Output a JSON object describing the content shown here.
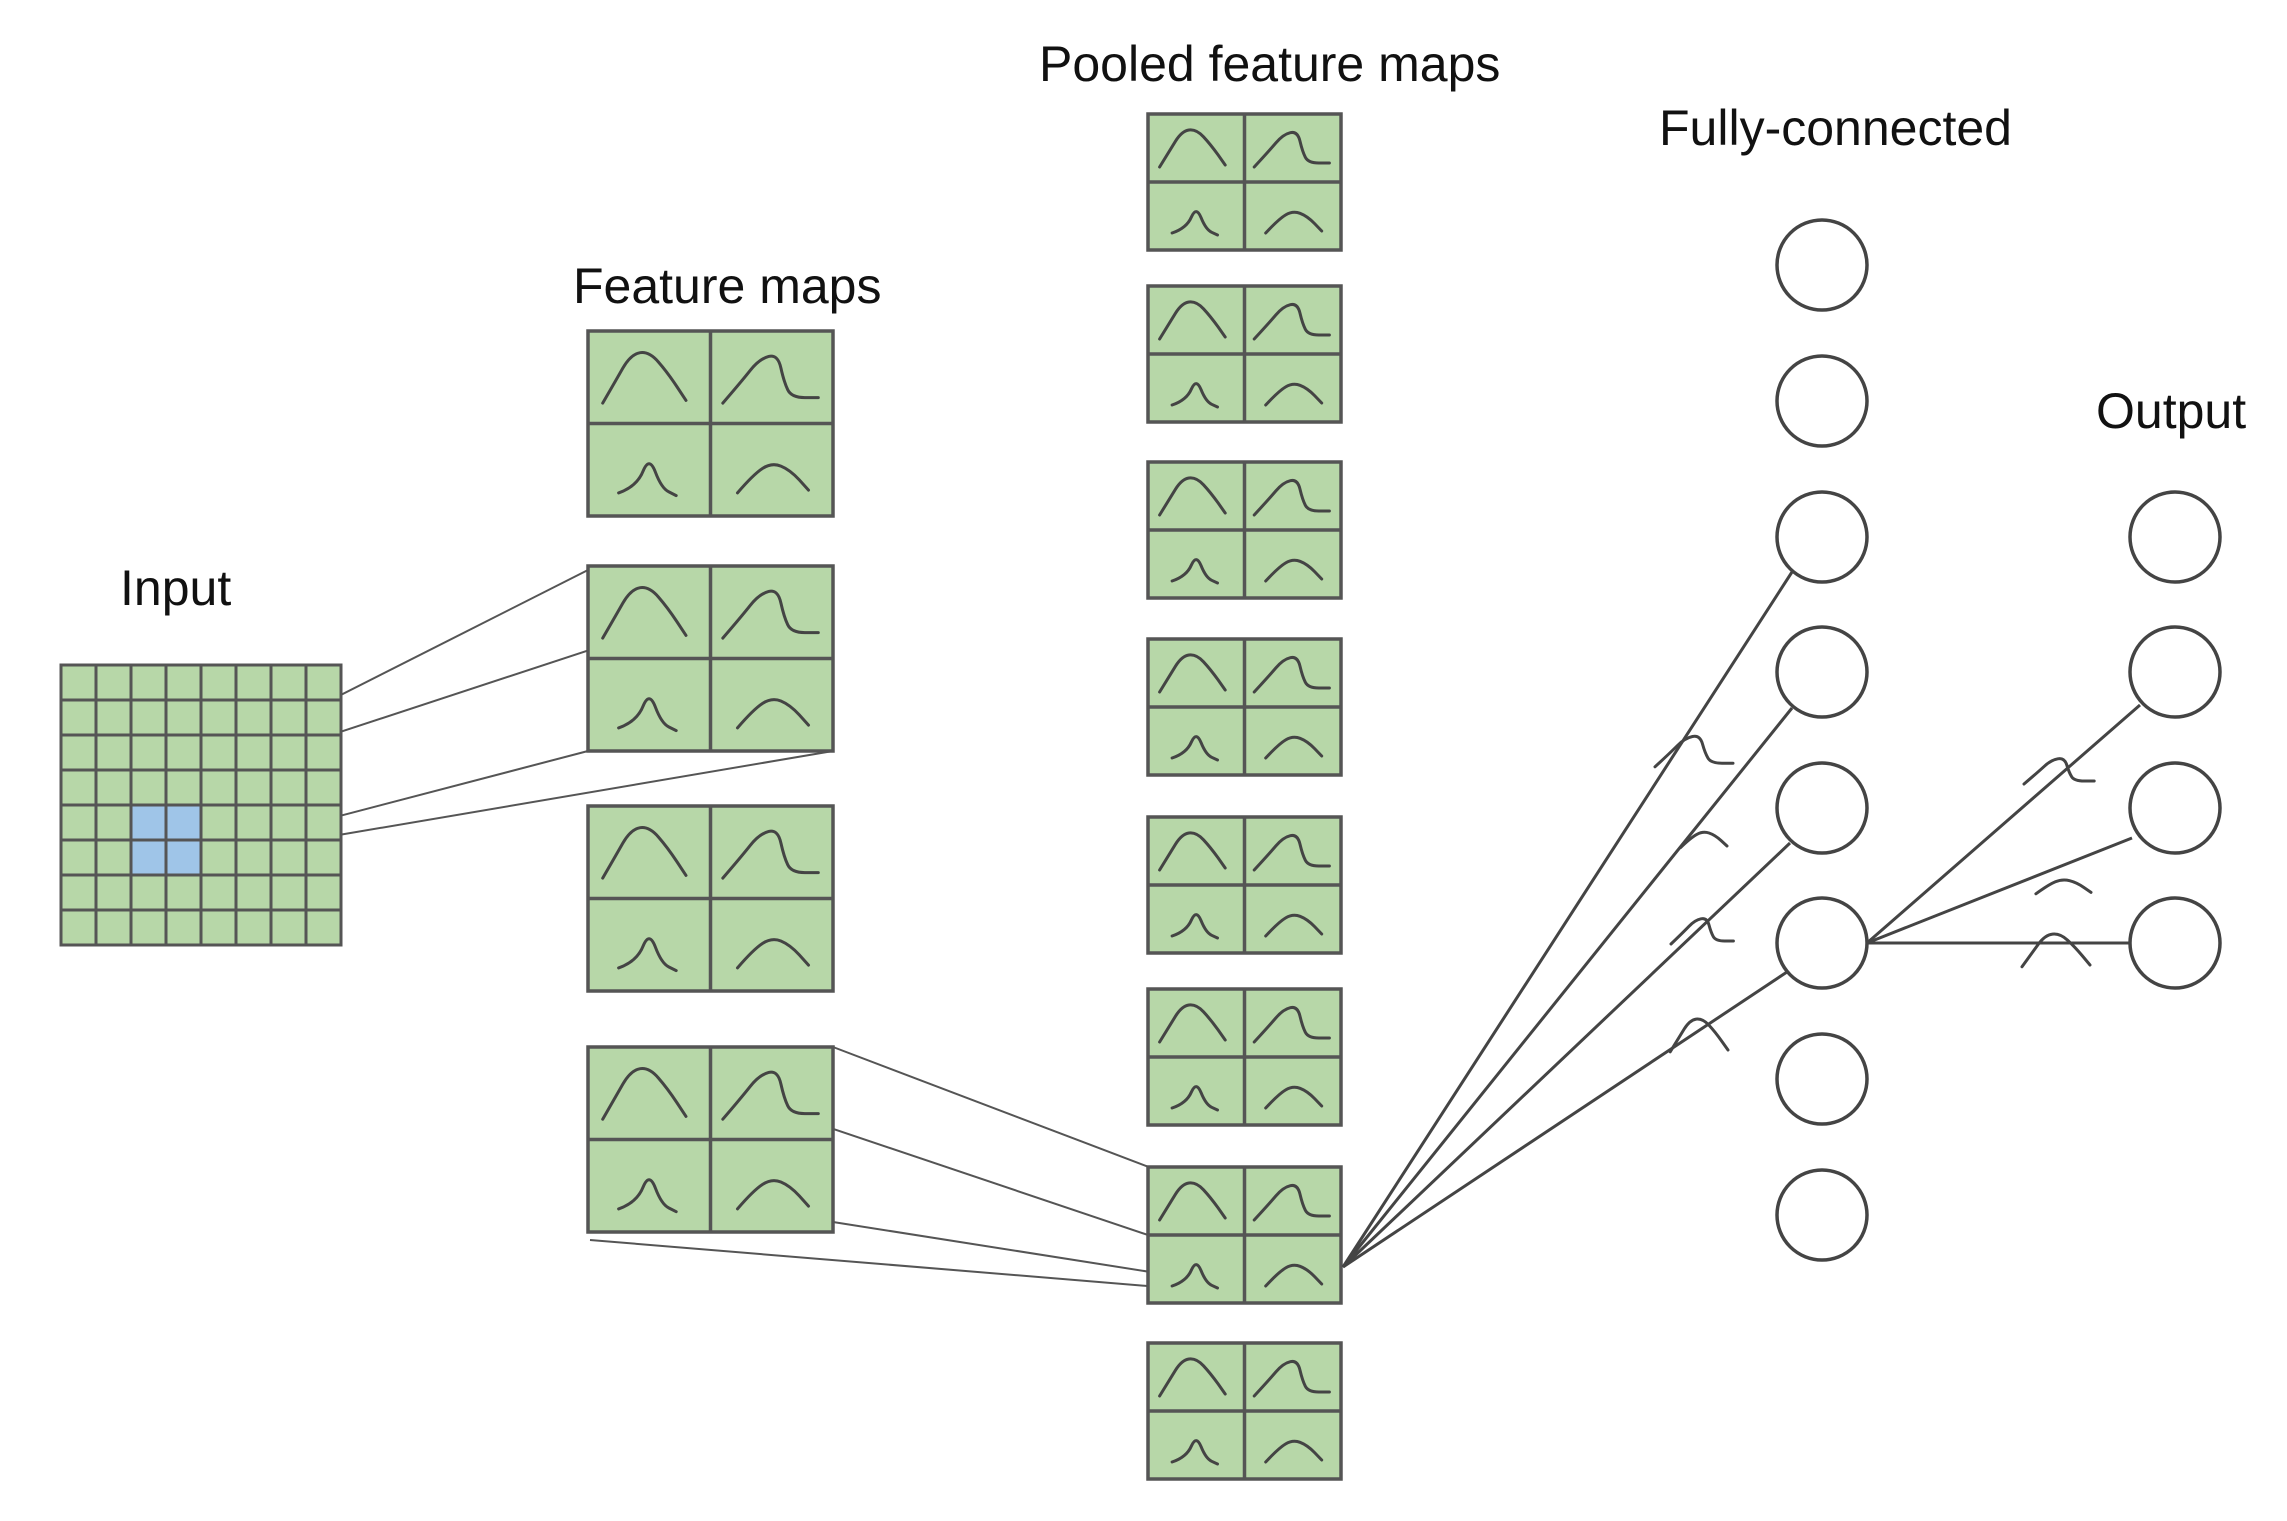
{
  "labels": {
    "input": "Input",
    "feature_maps": "Feature maps",
    "pooled_feature_maps": "Pooled feature maps",
    "fully_connected": "Fully-connected",
    "output": "Output"
  },
  "input_grid": {
    "rows": 8,
    "cols": 8,
    "highlight": {
      "row": 4,
      "col": 2,
      "rows": 2,
      "cols": 2
    }
  },
  "feature_map_count": 4,
  "pooled_map_count": 8,
  "fully_connected_count": 8,
  "output_count": 4,
  "colors": {
    "cell_fill": "#b7d7a8",
    "highlight_fill": "#9fc5e8",
    "stroke": "#555555",
    "neuron_fill": "#ffffff"
  },
  "icons": [
    "bell-curve-icon",
    "step-curve-icon",
    "small-peak-curve-icon",
    "arc-curve-icon"
  ]
}
